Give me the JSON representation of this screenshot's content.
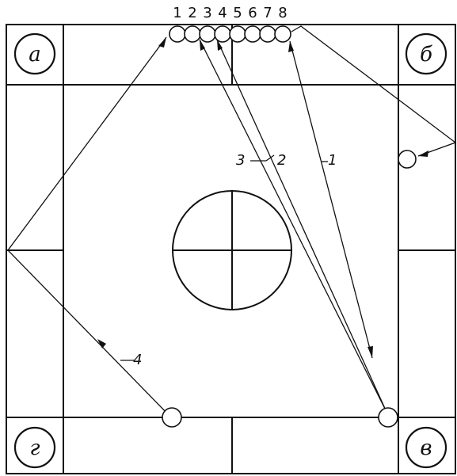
{
  "corners": {
    "top_left": "а",
    "top_right": "б",
    "bottom_right": "в",
    "bottom_left": "г"
  },
  "ball_numbers": [
    "1",
    "2",
    "3",
    "4",
    "5",
    "6",
    "7",
    "8"
  ],
  "path_labels": {
    "path1": "1",
    "path2": "2",
    "path3": "3",
    "path4": "4"
  }
}
